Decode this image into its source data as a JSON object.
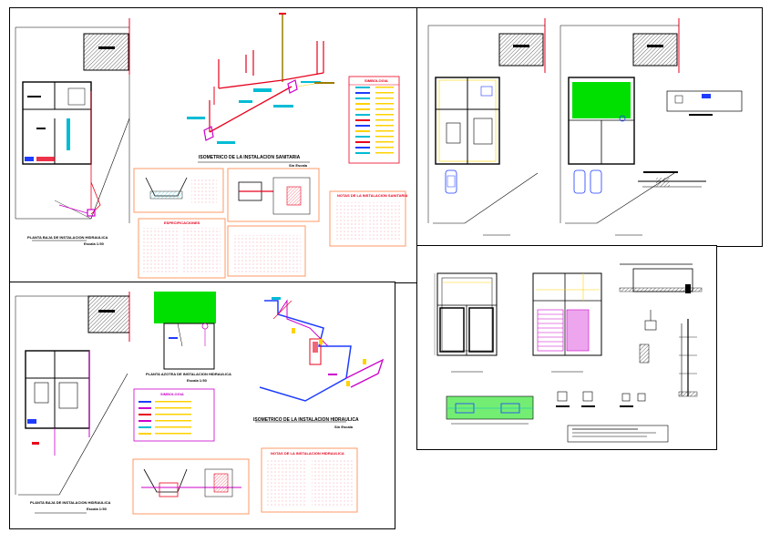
{
  "labels": {
    "iso_sanitaria": "ISOMETRICO DE LA INSTALACION SANITARIA",
    "iso_sanitaria_sub": "Sin Escala",
    "planta_hidraulica_top": "PLANTA BAJA DE INSTALACION HIDRAULICA",
    "planta_hidraulica_top_scale": "Escala 1:50",
    "planta_azotea": "PLANTA AZOTEA DE INSTALACION HIDRAULICA",
    "planta_azotea_scale": "Escala 1:50",
    "iso_hidraulica": "ISOMETRICO DE LA INSTALACION HIDRAULICA",
    "iso_hidraulica_sub": "Sin Escala",
    "planta_baja_bottom": "PLANTA BAJA DE INSTALACION HIDRAULICA",
    "planta_baja_bottom_scale": "Escala 1:50",
    "simbologia_top": "SIMBOLOGIA",
    "simbologia_bottom": "SIMBOLOGIA",
    "notas_sanitaria": "NOTAS DE LA INSTALACION SANITARIA",
    "notas_hidraulica": "NOTAS DE LA INSTALACION HIDRAULICA",
    "especificaciones": "ESPECIFICACIONES"
  },
  "colors": {
    "sanitary": "#e8001c",
    "hydraulic": "#cc00cc",
    "ochre": "#9a7a00",
    "green": "#00e000",
    "note_box": "#ff9966",
    "cyan": "#00bcd4",
    "yellow": "#ffd200",
    "blue": "#1e3cff"
  }
}
